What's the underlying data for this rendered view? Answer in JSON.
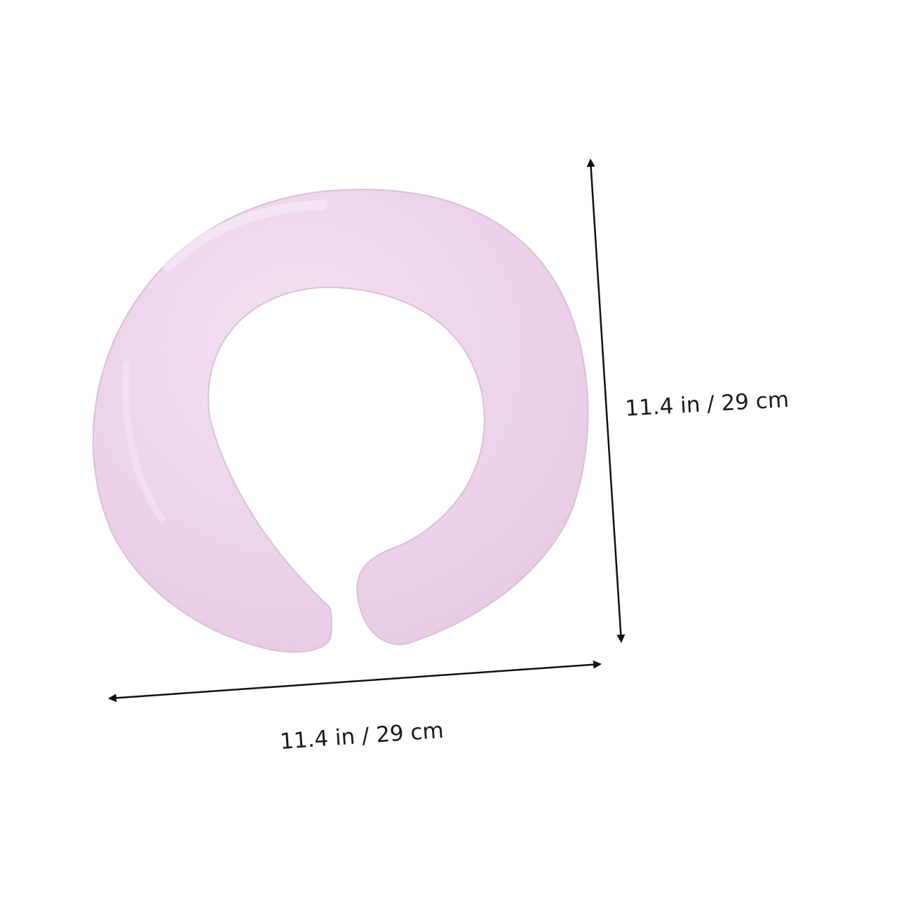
{
  "product": {
    "name": "c-shaped-collar",
    "color": "#ecd3ea",
    "edge_color": "#dcc0da",
    "highlight_color": "#f6e8f4"
  },
  "dimensions": {
    "height_label": "11.4 in / 29 cm",
    "width_label": "11.4 in / 29 cm",
    "arrow_color": "#111111"
  }
}
